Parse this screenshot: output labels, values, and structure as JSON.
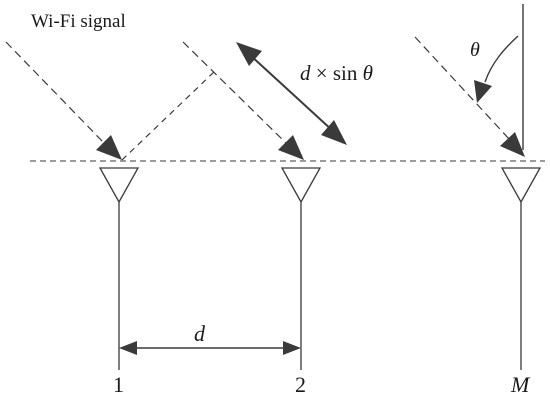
{
  "diagram": {
    "signal_label": "Wi-Fi signal",
    "path_difference_label": {
      "d": "d",
      "times": " × sin ",
      "theta": "θ"
    },
    "angle_label": "θ",
    "spacing_label": "d",
    "antennas": [
      {
        "label": "1"
      },
      {
        "label": "2"
      },
      {
        "label": "M"
      }
    ],
    "colors": {
      "line": "#3a3a3a",
      "arrow": "#3a3a3a",
      "text": "#1a1a1a"
    }
  }
}
